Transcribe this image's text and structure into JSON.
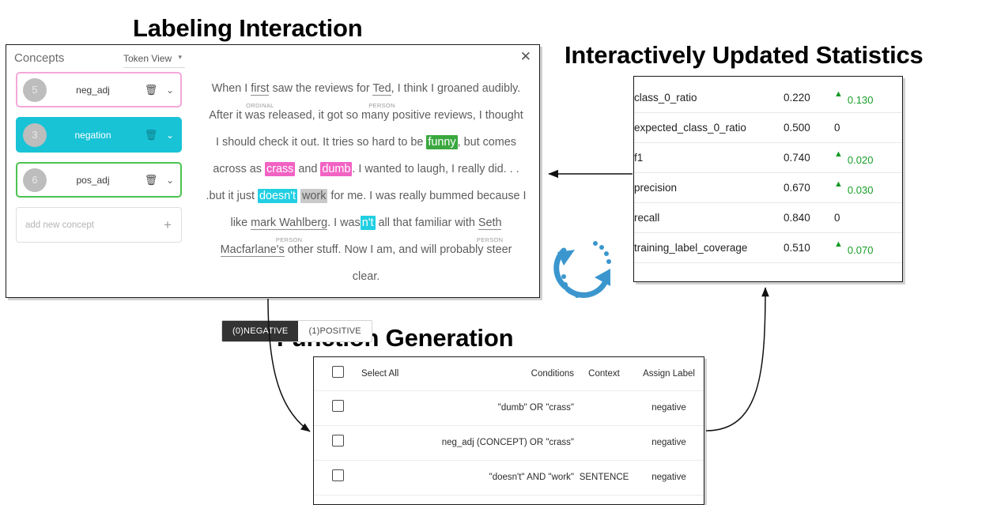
{
  "titles": {
    "labeling": "Labeling Interaction",
    "statistics": "Interactively Updated Statistics",
    "function_generation": "Function Generation"
  },
  "labeling_panel": {
    "header": {
      "concepts_label": "Concepts",
      "view_selector": "Token View",
      "view_caret": "▾",
      "close": "✕"
    },
    "concepts": [
      {
        "count": "5",
        "name": "neg_adj",
        "style": "outline-pink",
        "trash": "🗑",
        "caret": "⌄"
      },
      {
        "count": "3",
        "name": "negation",
        "style": "filled-cyan",
        "trash": "🗑",
        "caret": "⌄"
      },
      {
        "count": "6",
        "name": "pos_adj",
        "style": "outline-green",
        "trash": "🗑",
        "caret": "⌄"
      }
    ],
    "add_concept": {
      "placeholder": "add new concept",
      "plus": "+"
    },
    "review_lines": [
      [
        {
          "t": "When I ",
          "k": "plain"
        },
        {
          "t": "first",
          "k": "entity",
          "tag": "ORDINAL"
        },
        {
          "t": " saw the reviews for ",
          "k": "plain"
        },
        {
          "t": "Ted",
          "k": "entity",
          "tag": "PERSON"
        },
        {
          "t": ", I think I groaned audibly.",
          "k": "plain"
        }
      ],
      [
        {
          "t": "After it was released, it got so many positive reviews, I thought",
          "k": "plain"
        }
      ],
      [
        {
          "t": "I should check it out. It tries so hard to be ",
          "k": "plain"
        },
        {
          "t": "funny",
          "k": "hl-green"
        },
        {
          "t": ", but comes",
          "k": "plain"
        }
      ],
      [
        {
          "t": "across as ",
          "k": "plain"
        },
        {
          "t": "crass",
          "k": "hl-magenta"
        },
        {
          "t": " and ",
          "k": "plain"
        },
        {
          "t": "dumb",
          "k": "hl-magenta"
        },
        {
          "t": ". I wanted to laugh, I really did. . .",
          "k": "plain"
        }
      ],
      [
        {
          "t": ".but it just ",
          "k": "plain"
        },
        {
          "t": "doesn't",
          "k": "hl-cyan"
        },
        {
          "t": " ",
          "k": "plain"
        },
        {
          "t": "work",
          "k": "hl-grey"
        },
        {
          "t": " for me. I was really bummed because I",
          "k": "plain"
        }
      ],
      [
        {
          "t": "like ",
          "k": "plain"
        },
        {
          "t": "mark Wahlberg",
          "k": "entity",
          "tag": "PERSON"
        },
        {
          "t": ". I was",
          "k": "plain"
        },
        {
          "t": "n't",
          "k": "hl-cyan"
        },
        {
          "t": " all that familiar with ",
          "k": "plain"
        },
        {
          "t": "Seth",
          "k": "entity",
          "tag": "PERSON"
        }
      ],
      [
        {
          "t": "Macfarlane's",
          "k": "underline"
        },
        {
          "t": " other stuff. Now I am, and will probably steer",
          "k": "plain"
        }
      ],
      [
        {
          "t": "clear.",
          "k": "plain"
        }
      ]
    ],
    "label_toggle": {
      "negative": "(0)NEGATIVE",
      "positive": "(1)POSITIVE",
      "selected": "negative"
    }
  },
  "statistics_panel": {
    "rows": [
      {
        "name": "class_0_ratio",
        "value": "0.220",
        "direction": "up",
        "delta": "0.130"
      },
      {
        "name": "expected_class_0_ratio",
        "value": "0.500",
        "direction": "none",
        "delta": "0"
      },
      {
        "name": "f1",
        "value": "0.740",
        "direction": "up",
        "delta": "0.020"
      },
      {
        "name": "precision",
        "value": "0.670",
        "direction": "up",
        "delta": "0.030"
      },
      {
        "name": "recall",
        "value": "0.840",
        "direction": "none",
        "delta": "0"
      },
      {
        "name": "training_label_coverage",
        "value": "0.510",
        "direction": "up",
        "delta": "0.070"
      }
    ],
    "up_glyph": "▲"
  },
  "function_panel": {
    "headers": {
      "select_all": "Select All",
      "conditions": "Conditions",
      "context": "Context",
      "assign_label": "Assign Label"
    },
    "rows": [
      {
        "condition": "\"dumb\" OR \"crass\"",
        "context": "",
        "label": "negative",
        "checked": false
      },
      {
        "condition": "neg_adj (CONCEPT) OR \"crass\"",
        "context": "",
        "label": "negative",
        "checked": false
      },
      {
        "condition": "\"doesn't\" AND \"work\"",
        "context": "SENTENCE",
        "label": "negative",
        "checked": false
      }
    ]
  },
  "refresh_icon": {
    "name": "refresh-cycle-icon",
    "color": "#3b96ce"
  },
  "colors": {
    "cyan": "#18c3d6",
    "pink": "#f3a8d8",
    "green": "#4cc34f",
    "highlight_green": "#3aa83f",
    "highlight_magenta": "#f262c3",
    "highlight_cyan": "#22cfe2",
    "highlight_grey": "#c9c9c9",
    "delta_green": "#1a9e2a",
    "arrow_blue": "#3b96ce"
  }
}
